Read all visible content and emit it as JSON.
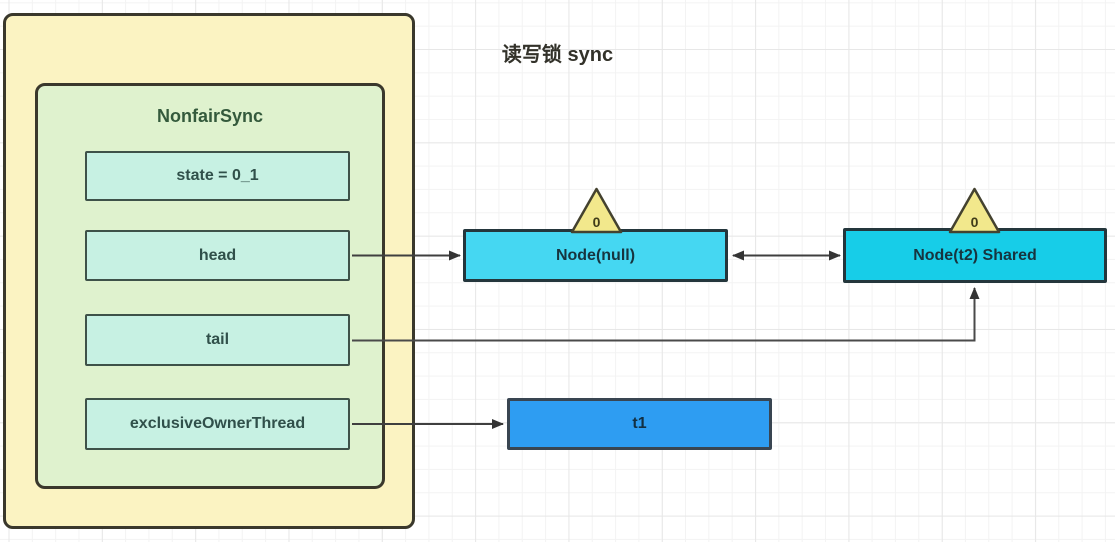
{
  "diagram": {
    "outer_title": "读写锁 sync",
    "inner_title": "NonfairSync",
    "fields": [
      {
        "id": "state",
        "label": "state = 0_1"
      },
      {
        "id": "head",
        "label": "head"
      },
      {
        "id": "tail",
        "label": "tail"
      },
      {
        "id": "exclusive-owner-thread",
        "label": "exclusiveOwnerThread"
      }
    ],
    "queue_nodes": [
      {
        "label": "Node(null)",
        "wait_status_badge": "0"
      },
      {
        "label": "Node(t2) Shared",
        "wait_status_badge": "0"
      }
    ],
    "thread_box": {
      "label": "t1"
    },
    "edges": [
      {
        "from": "head",
        "to": "Node(null)",
        "type": "arrow"
      },
      {
        "from": "Node(null)",
        "to": "Node(t2) Shared",
        "type": "double-arrow"
      },
      {
        "from": "tail",
        "to": "Node(t2) Shared",
        "type": "arrow"
      },
      {
        "from": "exclusiveOwnerThread",
        "to": "t1",
        "type": "arrow"
      }
    ],
    "colors": {
      "outer_fill": "#fbf3c2",
      "inner_fill": "#dff2ce",
      "field_fill": "#c7f1e3",
      "node_fill": "#45d7f2",
      "node_shared_fill": "#17cde8",
      "thread_fill": "#2e9df2",
      "badge_fill": "#f2e88c",
      "edge_stroke": "#3f3f3f"
    }
  }
}
